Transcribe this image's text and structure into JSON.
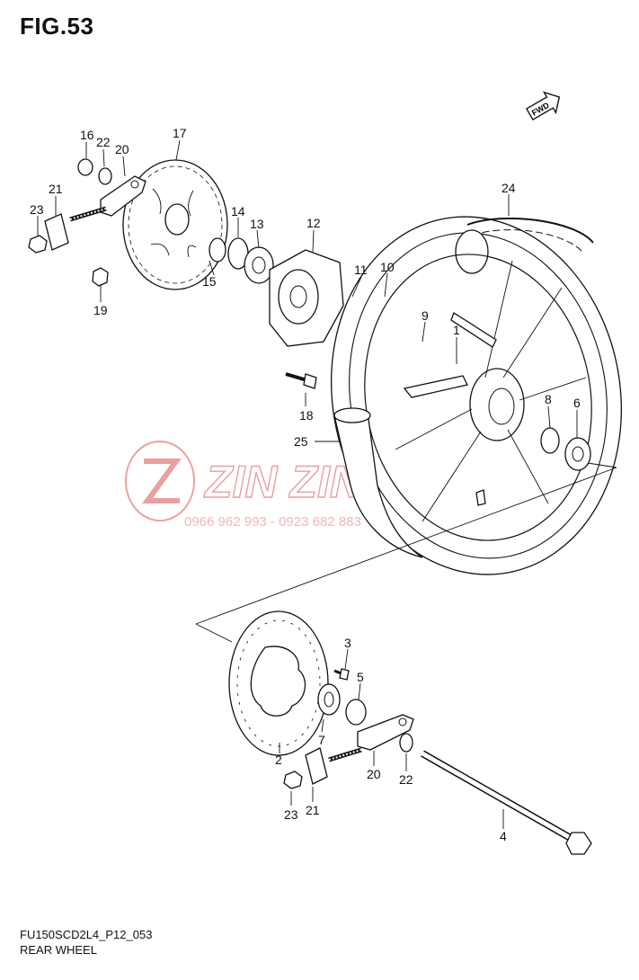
{
  "figure": {
    "title": "FIG.53",
    "fwd_label": "FWD"
  },
  "watermark": {
    "brand": "ZIN ZIN MOTOR",
    "phone": "0966 962 993 - 0923 682 883",
    "color": "#e9a0a0"
  },
  "callouts": {
    "c1": "1",
    "c2": "2",
    "c3": "3",
    "c4": "4",
    "c5": "5",
    "c6": "6",
    "c7": "7",
    "c8": "8",
    "c9": "9",
    "c10": "10",
    "c11": "11",
    "c12": "12",
    "c13": "13",
    "c14": "14",
    "c15": "15",
    "c16": "16",
    "c17": "17",
    "c18": "18",
    "c19": "19",
    "c20a": "20",
    "c20b": "20",
    "c21a": "21",
    "c21b": "21",
    "c22a": "22",
    "c22b": "22",
    "c23a": "23",
    "c23b": "23",
    "c24": "24",
    "c25": "25"
  },
  "footer": {
    "code": "FU150SCD2L4_P12_053",
    "name": "REAR WHEEL"
  }
}
